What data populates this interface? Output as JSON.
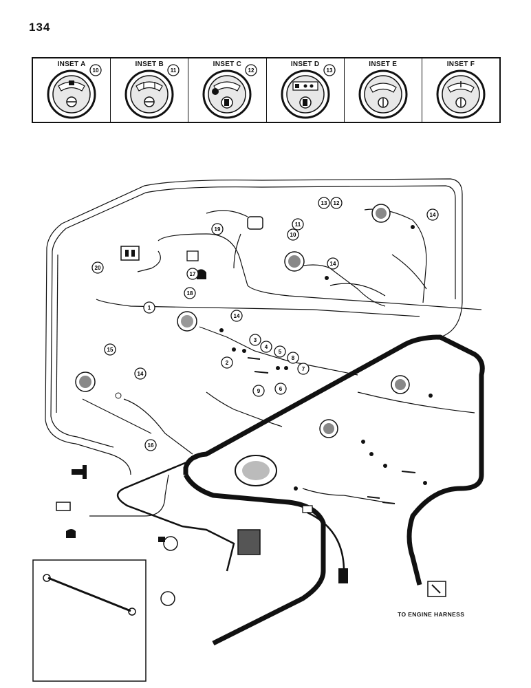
{
  "page_number": "134",
  "insets": [
    {
      "label": "INSET A",
      "callout": "10"
    },
    {
      "label": "INSET B",
      "callout": "11"
    },
    {
      "label": "INSET C",
      "callout": "12"
    },
    {
      "label": "INSET D",
      "callout": "13"
    },
    {
      "label": "INSET E",
      "callout": ""
    },
    {
      "label": "INSET F",
      "callout": ""
    }
  ],
  "callouts": [
    "1",
    "2",
    "3",
    "4",
    "5",
    "6",
    "7",
    "8",
    "9",
    "10",
    "11",
    "12",
    "13",
    "14",
    "14",
    "14",
    "14",
    "15",
    "16",
    "17",
    "18",
    "19",
    "20"
  ],
  "engine_harness_label": "TO ENGINE HARNESS"
}
